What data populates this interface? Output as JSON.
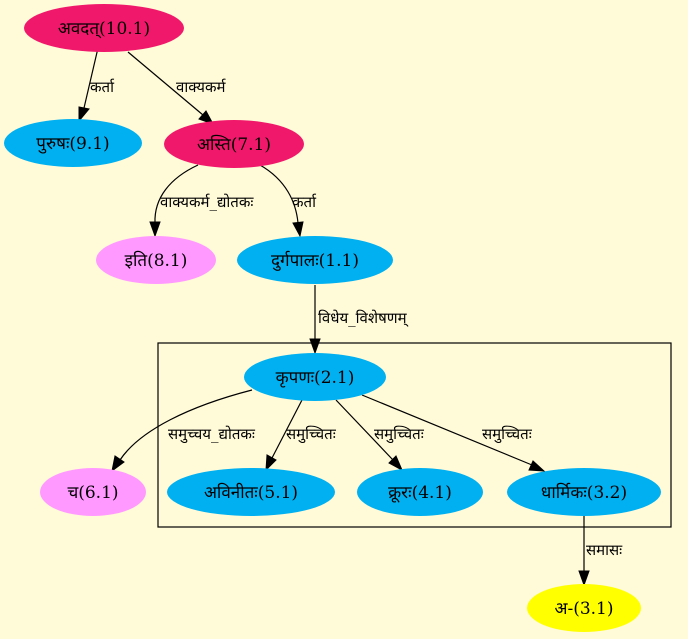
{
  "colors": {
    "background": "#fffad8",
    "root": "#f0186a",
    "noun": "#00b0f0",
    "particle": "#ff99ff",
    "compound": "#ffff00"
  },
  "nodes": {
    "avadat": "अवदत्(10.1)",
    "purushah": "पुरुषः(9.1)",
    "asti": "अस्ति(7.1)",
    "iti": "इति(8.1)",
    "durgapalah": "दुर्गपालः(1.1)",
    "kripanah": "कृपणः(2.1)",
    "cha": "च(6.1)",
    "avinitah": "अविनीतः(5.1)",
    "krurah": "क्रूरः(4.1)",
    "dharmikah": "धार्मिकः(3.2)",
    "a": "अ-(3.1)"
  },
  "edges": {
    "avadat_purushah": "कर्ता",
    "avadat_asti": "वाक्यकर्म",
    "asti_iti": "वाक्यकर्म_द्योतकः",
    "asti_durgapalah": "कर्ता",
    "durgapalah_kripanah": "विधेय_विशेषणम्",
    "kripanah_cha": "समुच्चय_द्योतकः",
    "kripanah_avinitah": "समुच्चितः",
    "kripanah_krurah": "समुच्चितः",
    "kripanah_dharmikah": "समुच्चितः",
    "dharmikah_a": "समासः"
  }
}
